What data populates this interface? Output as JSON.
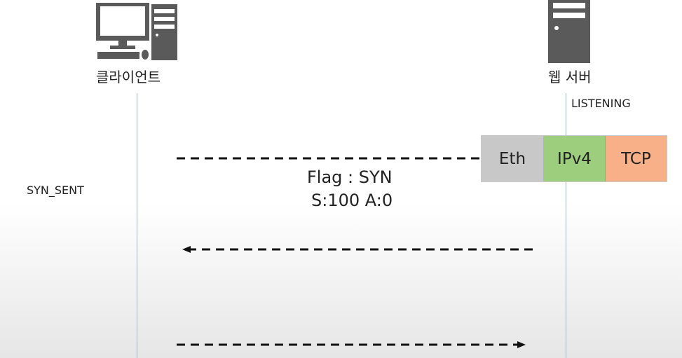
{
  "nodes": {
    "client": {
      "label": "클라이언트"
    },
    "server": {
      "label": "웹 서버"
    }
  },
  "states": {
    "server_state": "LISTENING",
    "client_state": "SYN_SENT"
  },
  "packet": {
    "layers": [
      "Eth",
      "IPv4",
      "TCP"
    ],
    "colors": {
      "eth": "#c8c8c8",
      "ipv4": "#9cce7e",
      "tcp": "#f8b088"
    }
  },
  "message": {
    "flag_line": "Flag : SYN",
    "seq_line": "S:100 A:0"
  },
  "icons": {
    "client": "desktop-computer-icon",
    "server": "server-tower-icon"
  },
  "arrows": [
    {
      "direction": "client-to-server",
      "style": "dashed"
    },
    {
      "direction": "server-to-client",
      "style": "dashed"
    },
    {
      "direction": "client-to-server",
      "style": "dashed"
    }
  ]
}
